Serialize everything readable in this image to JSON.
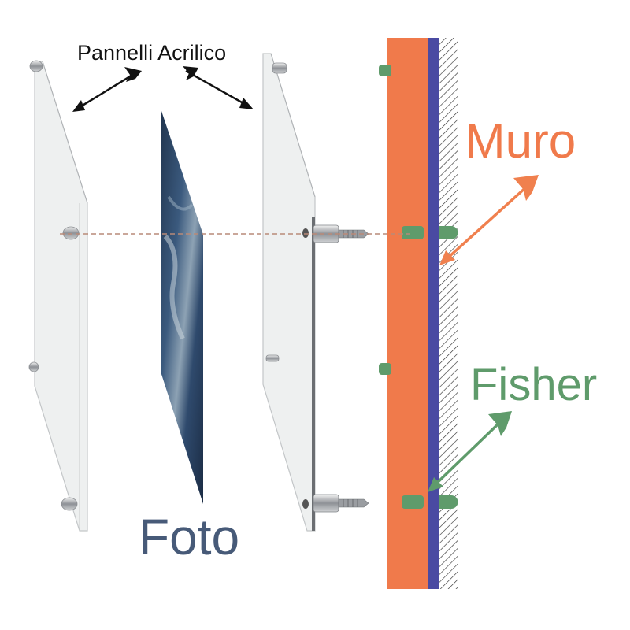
{
  "labels": {
    "panels": "Pannelli Acrilico",
    "photo": "Foto",
    "wall": "Muro",
    "anchor": "Fisher"
  },
  "colors": {
    "wall": "#f07a4b",
    "wall_arrow": "#f0804e",
    "blue_layer": "#4a4aa2",
    "anchor": "#5f9b6b",
    "anchor_dark": "#2f8a4a",
    "photo_text": "#475a78",
    "panel_fill": "#eef0f0",
    "panel_edge": "#b9bcbf",
    "dash": "#b98a78",
    "black_arrow": "#111111"
  }
}
